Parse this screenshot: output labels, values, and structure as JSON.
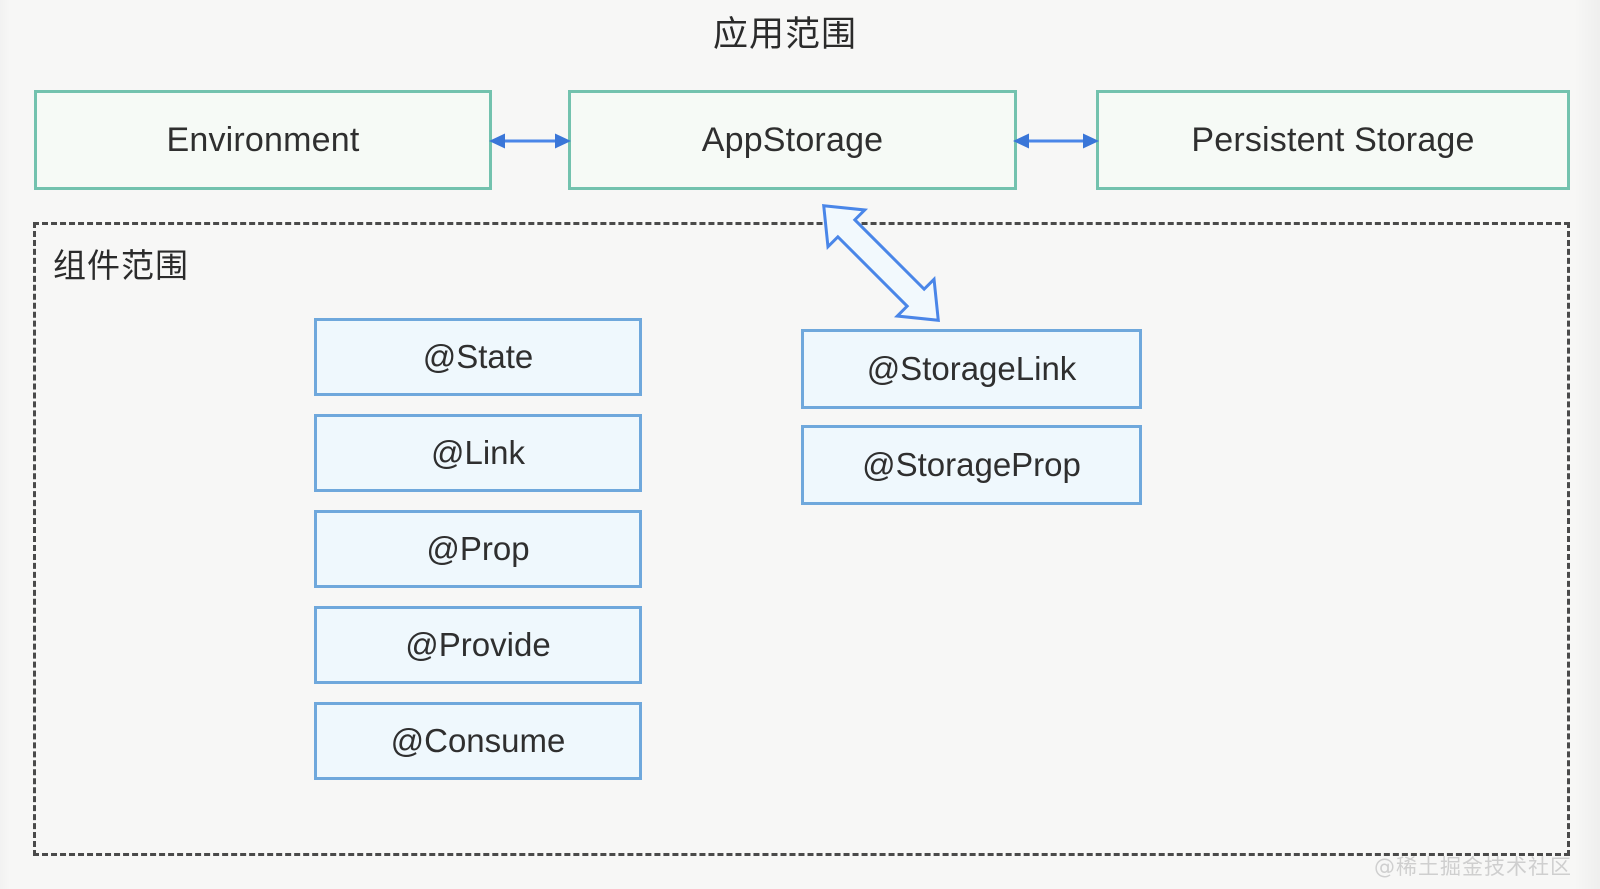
{
  "title": "应用范围",
  "colors": {
    "background": "#f7f7f6",
    "app_box_border": "#73c2ae",
    "app_box_fill": "#f6faf6",
    "deco_box_border": "#6fa8dc",
    "deco_box_fill": "#eff8fd",
    "arrow": "#4a86e8",
    "dashed_border": "#4a4a4a",
    "text": "#2f2f2f",
    "watermark": "#cfcfcf"
  },
  "app_scope": {
    "boxes": [
      {
        "label": "Environment"
      },
      {
        "label": "AppStorage"
      },
      {
        "label": "Persistent Storage"
      }
    ],
    "connectors": [
      {
        "name": "environment-appstorage",
        "kind": "double-arrow"
      },
      {
        "name": "appstorage-persistent-storage",
        "kind": "double-arrow"
      }
    ]
  },
  "component_scope": {
    "label": "组件范围",
    "left_column": [
      {
        "label": "@State"
      },
      {
        "label": "@Link"
      },
      {
        "label": "@Prop"
      },
      {
        "label": "@Provide"
      },
      {
        "label": "@Consume"
      }
    ],
    "right_column": [
      {
        "label": "@StorageLink"
      },
      {
        "label": "@StorageProp"
      }
    ]
  },
  "diagonal_connector": {
    "name": "appstorage-storagelink",
    "kind": "double-block-arrow",
    "from": "AppStorage",
    "to": "@StorageLink"
  },
  "watermark": "@稀土掘金技术社区"
}
